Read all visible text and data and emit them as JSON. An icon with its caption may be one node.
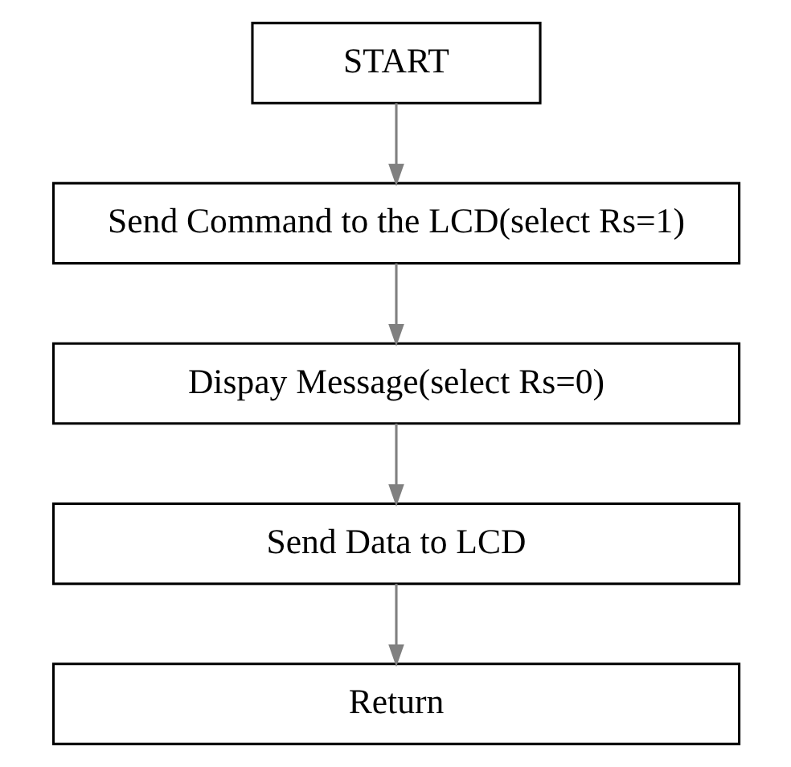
{
  "diagram": {
    "nodes": [
      {
        "text": [
          "START"
        ]
      },
      {
        "text": [
          "Send Command to the LCD(select Rs=1)"
        ]
      },
      {
        "text": [
          "Dispay Message(select Rs=0)"
        ]
      },
      {
        "text": [
          "Send Data to LCD"
        ]
      },
      {
        "text": [
          "Return"
        ]
      }
    ],
    "edges": [
      {
        "from": 0,
        "to": 1,
        "arrow": "to"
      },
      {
        "from": 1,
        "to": 2,
        "arrow": "to"
      },
      {
        "from": 2,
        "to": 3,
        "arrow": "to"
      },
      {
        "from": 3,
        "to": 4,
        "arrow": "to"
      }
    ]
  }
}
